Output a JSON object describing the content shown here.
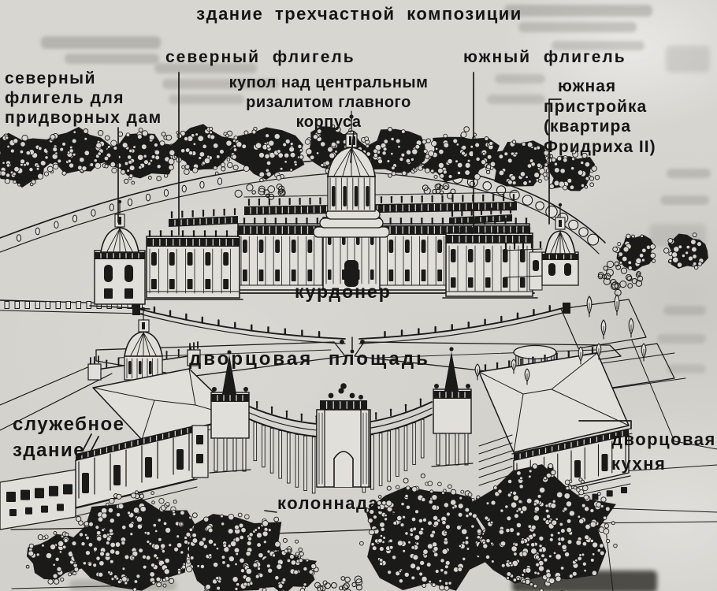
{
  "figure": {
    "ink_color": "#1a1a19",
    "paper_color": "#d7d5cf"
  },
  "labels": {
    "building_tripartite": "здание трехчастной композиции",
    "north_wing": "северный флигель",
    "north_wing_ladies": "северный\nфлигель для\nпридворных дам",
    "central_dome": "купол над центральным\nризалитом главного\nкорпуса",
    "south_wing": "южный флигель",
    "south_annex": "южная\nпристройка\n(квартира\nФридриха II)",
    "cour_honneur": "курдонер",
    "palace_square": "дворцовая площадь",
    "service_building": "служебное\nздание",
    "palace_kitchen": "дворцовая\nкухня",
    "colonnade": "колоннада"
  }
}
